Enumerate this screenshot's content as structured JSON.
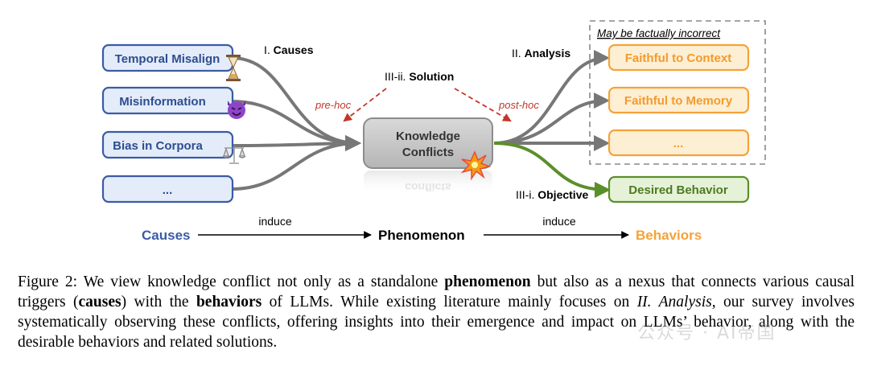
{
  "causes": {
    "label": "I.",
    "label_bold": "Causes",
    "items": [
      "Temporal Misalign",
      "Misinformation",
      "Bias in Corpora",
      "..."
    ],
    "icons": [
      "hourglass-icon",
      "devil-icon",
      "scales-icon"
    ]
  },
  "center": {
    "line1": "Knowledge",
    "line2": "Conflicts",
    "reflection": "conflicts",
    "icon": "explosion-icon"
  },
  "solution": {
    "label": "III-ii.",
    "label_bold": "Solution",
    "pre": "pre-hoc",
    "post": "post-hoc"
  },
  "analysis": {
    "label": "II.",
    "label_bold": "Analysis",
    "note": "May be factually incorrect",
    "items": [
      "Faithful to Context",
      "Faithful to Memory",
      "..."
    ]
  },
  "objective": {
    "label": "III-i.",
    "label_bold": "Objective",
    "item": "Desired Behavior"
  },
  "flow": {
    "causes": "Causes",
    "induce1": "induce",
    "phenomenon": "Phenomenon",
    "induce2": "induce",
    "behaviors": "Behaviors"
  },
  "caption": {
    "t1": "Figure 2: We view knowledge conflict not only as a standalone ",
    "b1": "phenomenon",
    "t2": " but also as a nexus that connects various causal triggers (",
    "b2": "causes",
    "t3": ") with the ",
    "b3": "behaviors",
    "t4": " of LLMs.  While existing literature mainly focuses on ",
    "i1": "II. Analysis",
    "t5": ", our survey involves systematically observing these conflicts, offering insights into their emergence and impact on LLMs’ behavior, along with the desirable behaviors and related solutions."
  },
  "watermark": "公众号 · AI帝国",
  "colors": {
    "cause_blue": "#3b5ba5",
    "cause_fill": "#e4ecfa",
    "behavior_orange": "#f5a23a",
    "behavior_fill": "#fdefd3",
    "objective_green": "#5b8f2a",
    "objective_fill": "#e6f2d8",
    "arrow_gray": "#777777",
    "solution_red": "#c0392b"
  }
}
